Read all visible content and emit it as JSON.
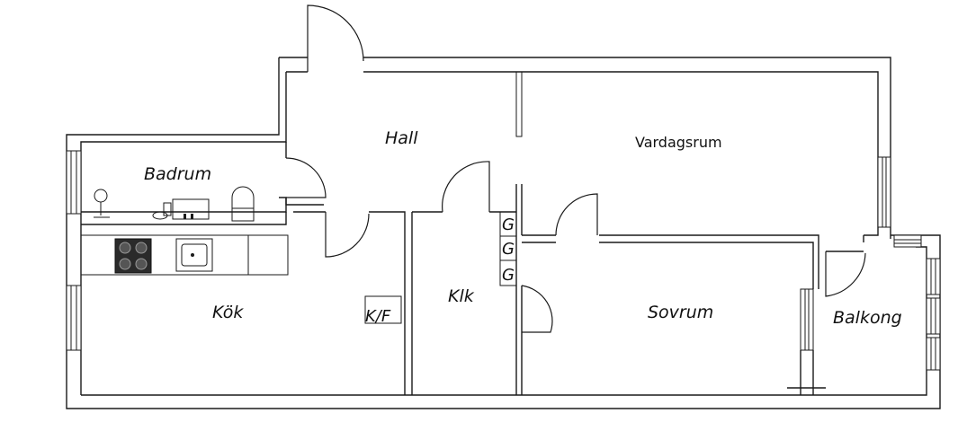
{
  "rooms": {
    "hall": "Hall",
    "vardagsrum": "Vardagsrum",
    "badrum": "Badrum",
    "kok": "Kök",
    "klk": "Klk",
    "sovrum": "Sovrum",
    "balkong": "Balkong"
  },
  "fixtures": {
    "kf": "K/F",
    "garderob": [
      "G",
      "G",
      "G"
    ]
  }
}
